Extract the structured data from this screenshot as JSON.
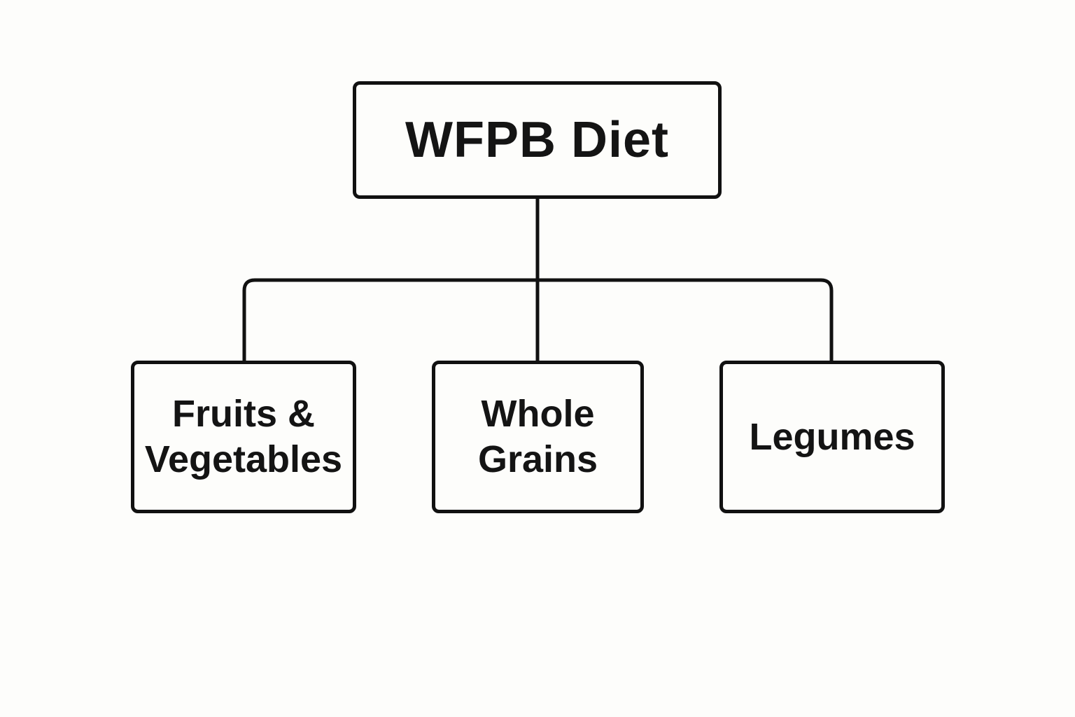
{
  "diagram": {
    "root": {
      "label": "WFPB Diet"
    },
    "children": [
      {
        "id": "fruits-vegetables",
        "label": "Fruits &\nVegetables"
      },
      {
        "id": "whole-grains",
        "label": "Whole\nGrains"
      },
      {
        "id": "legumes",
        "label": "Legumes"
      }
    ],
    "colors": {
      "stroke": "#111111",
      "text": "#141414",
      "background": "#fdfdfb"
    }
  }
}
